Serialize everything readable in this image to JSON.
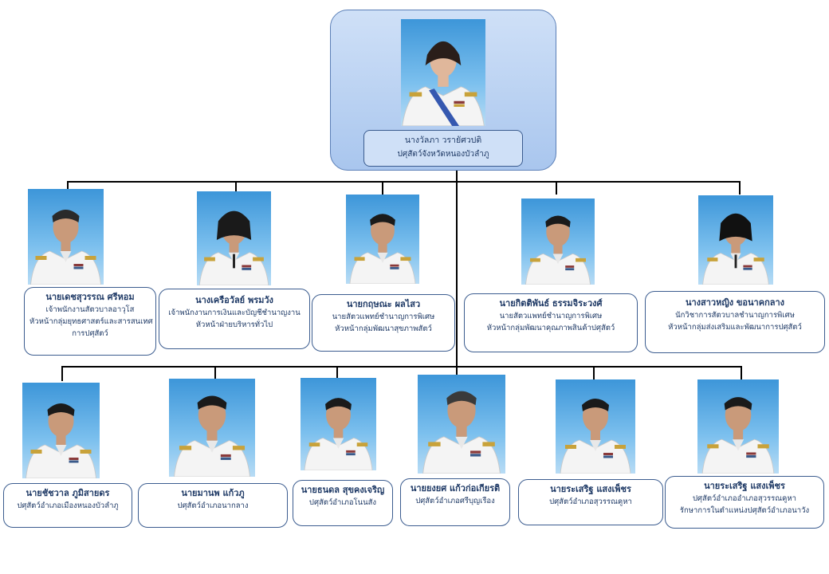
{
  "head": {
    "name": "นางวัลภา   วรายัศวปติ",
    "position": "ปศุสัตว์จังหวัดหนองบัวลำภู"
  },
  "row1": [
    {
      "name": "นายเดชสุวรรณ  ศรีหอม",
      "lines": [
        "เจ้าพนักงานสัตวบาลอาวุโส",
        "หัวหน้ากลุ่มยุทธศาสตร์และสารสนเทศ",
        "การปศุสัตว์"
      ],
      "photo": {
        "hair": "#2a2a2a",
        "female": false
      }
    },
    {
      "name": "นางเครือวัลย์  พรมวัง",
      "lines": [
        "เจ้าพนักงานการเงินและบัญชีชำนาญงาน",
        "หัวหน้าฝ่ายบริหารทั่วไป"
      ],
      "photo": {
        "hair": "#1a1a1a",
        "female": true
      }
    },
    {
      "name": "นายกฤษณะ  ผลไสว",
      "lines": [
        "นายสัตวแพทย์ชำนาญการพิเศษ",
        "หัวหน้ากลุ่มพัฒนาสุขภาพสัตว์"
      ],
      "photo": {
        "hair": "#1a1a1a",
        "female": false
      }
    },
    {
      "name": "นายกิตติพันธ์  ธรรมจิระวงศ์",
      "lines": [
        "นายสัตวแพทย์ชำนาญการพิเศษ",
        "หัวหน้ากลุ่มพัฒนาคุณภาพสินค้าปศุสัตว์"
      ],
      "photo": {
        "hair": "#1a1a1a",
        "female": false
      }
    },
    {
      "name": "นางสาวหญิง  ขอนาคกลาง",
      "lines": [
        "นักวิชาการสัตวบาลชำนาญการพิเศษ",
        "หัวหน้ากลุ่มส่งเสริมและพัฒนาการปศุสัตว์"
      ],
      "photo": {
        "hair": "#111111",
        "female": true
      }
    }
  ],
  "row2": [
    {
      "name": "นายชัชวาล  ภูมิสายดร",
      "lines": [
        "ปศุสัตว์อำเภอเมืองหนองบัวลำภู"
      ],
      "photo": {
        "hair": "#1a1a1a",
        "female": false
      }
    },
    {
      "name": "นายมานพ แก้วภู",
      "lines": [
        "ปศุสัตว์อำเภอนากลาง"
      ],
      "photo": {
        "hair": "#1a1a1a",
        "female": false
      }
    },
    {
      "name": "นายธนดล สุขคงเจริญ",
      "lines": [
        "ปศุสัตว์อำเภอโนนสัง"
      ],
      "photo": {
        "hair": "#1a1a1a",
        "female": false
      }
    },
    {
      "name": "นายยงยศ  แก้วก่อเกียรติ",
      "lines": [
        "ปศุสัตว์อำเภอศรีบุญเรือง"
      ],
      "photo": {
        "hair": "#3a3a3a",
        "female": false
      }
    },
    {
      "name": "นายระเสริฐ แสงเพ็ชร",
      "lines": [
        "ปศุสัตว์อำเภอสุวรรณคูหา"
      ],
      "photo": {
        "hair": "#1a1a1a",
        "female": false
      }
    },
    {
      "name": "นายระเสริฐ แสงเพ็ชร",
      "lines": [
        "ปศุสัตว์อำเภออำเภอสุวรรณคูหา",
        "รักษาการในตำแหน่งปศุสัตว์อำเภอนาวัง"
      ],
      "photo": {
        "hair": "#1a1a1a",
        "female": false
      }
    }
  ],
  "colors": {
    "line": "#000000",
    "card_border": "#3b5c8f",
    "head_bg": "#cfe0f7",
    "text": "#1f3a66"
  }
}
